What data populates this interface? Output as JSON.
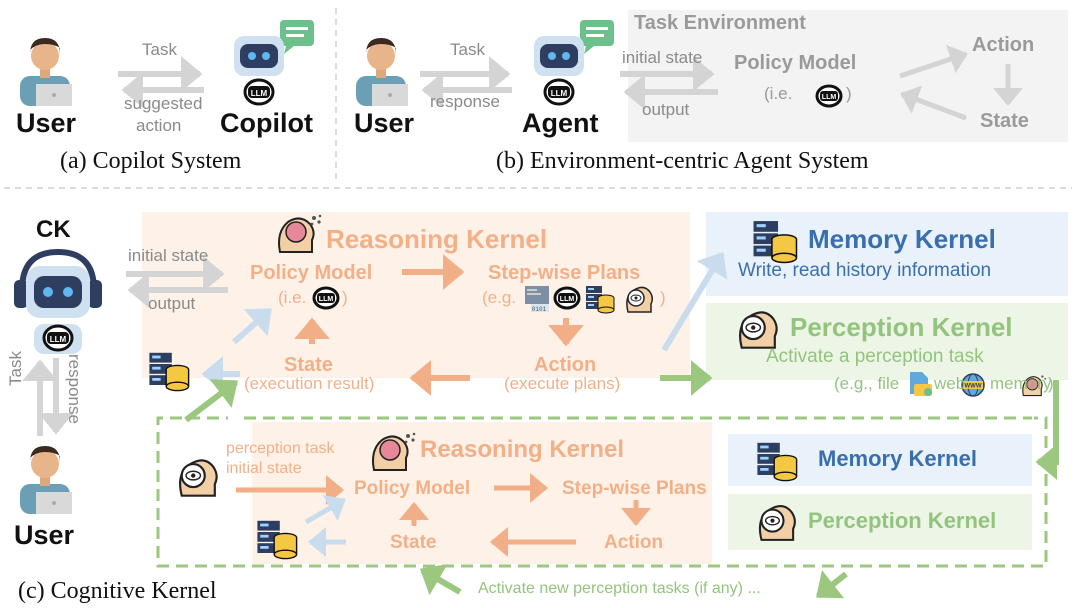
{
  "top": {
    "a": {
      "caption": "(a) Copilot System",
      "user": "User",
      "copilot": "Copilot",
      "task": "Task",
      "suggested": "suggested",
      "action": "action"
    },
    "b": {
      "caption": "(b) Environment-centric Agent System",
      "user": "User",
      "agent": "Agent",
      "task": "Task",
      "response": "response",
      "env_title": "Task Environment",
      "initial_state": "initial state",
      "output": "output",
      "policy_model": "Policy Model",
      "ie_prefix": "(i.e.",
      "ie_suffix": ")",
      "action": "Action",
      "state": "State"
    }
  },
  "bottom": {
    "caption": "(c) Cognitive Kernel",
    "ck": "CK",
    "user": "User",
    "task": "Task",
    "response": "response",
    "initial_state": "initial state",
    "output": "output",
    "reasoning": {
      "title": "Reasoning Kernel",
      "policy_model": "Policy Model",
      "ie_prefix": "(i.e.",
      "ie_suffix": ")",
      "step_plans": "Step-wise Plans",
      "eg_prefix": "(e.g.",
      "eg_suffix": ")",
      "action": "Action",
      "action_sub": "(execute plans)",
      "state": "State",
      "state_sub": "(execution result)"
    },
    "memory": {
      "title": "Memory Kernel",
      "subtitle": "Write, read history information"
    },
    "perception": {
      "title": "Perception Kernel",
      "subtitle": "Activate a perception task",
      "eg_prefix": "(e.g., file",
      "web": "web",
      "memory": "memory",
      "eg_suffix": ")"
    },
    "inner": {
      "perception_task": "perception task",
      "initial_state": "initial state",
      "reasoning_title": "Reasoning Kernel",
      "policy_model": "Policy Model",
      "step_plans": "Step-wise Plans",
      "state": "State",
      "action": "Action",
      "memory_kernel": "Memory Kernel",
      "perception_kernel": "Perception Kernel",
      "activate_new": "Activate new perception tasks (if any) ..."
    }
  },
  "colors": {
    "orange_text": "#f3b087",
    "orange_arrow": "#f2ae86",
    "orange_bg": "#fdf1e8",
    "blue_text": "#3a6fae",
    "blue_bg": "#e9f2fa",
    "green_text": "#93c47d",
    "green_bg": "#edf5e6",
    "gray_text": "#9a9a9a",
    "gray_arrow": "#cfcfcf"
  }
}
